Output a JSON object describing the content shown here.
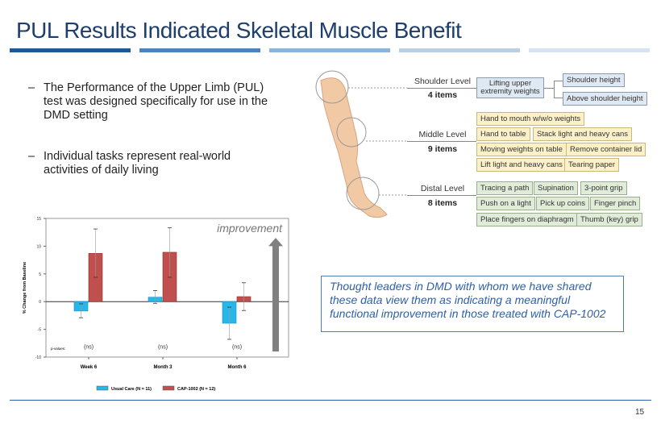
{
  "title": "PUL Results Indicated Skeletal Muscle Benefit",
  "title_bar_colors": [
    "#1f5a96",
    "#4f81bd",
    "#8db3d9",
    "#b8cfe6",
    "#d6e3f0"
  ],
  "bullets": [
    {
      "dash": "–",
      "text": "The Performance of the Upper Limb (PUL) test was designed specifically for use in the DMD setting"
    },
    {
      "dash": "–",
      "text": "Individual tasks represent real-world activities of daily living"
    }
  ],
  "diagram": {
    "shoulder": {
      "label": "Shoulder Level",
      "count": "4 items",
      "root": "Lifting upper extremity weights",
      "items": [
        "Shoulder height",
        "Above shoulder height"
      ]
    },
    "middle": {
      "label": "Middle Level",
      "count": "9 items",
      "items": [
        "Hand to mouth w/w/o weights",
        "Hand to table",
        "Stack light and heavy cans",
        "Moving weights on table",
        "Remove container lid",
        "Lift light and heavy cans",
        "Tearing paper"
      ]
    },
    "distal": {
      "label": "Distal Level",
      "count": "8 items",
      "items": [
        "Tracing a path",
        "Supination",
        "3-point grip",
        "Push on a light",
        "Pick up coins",
        "Finger pinch",
        "Place fingers on diaphragm",
        "Thumb (key) grip"
      ]
    }
  },
  "quote": "Thought leaders in DMD with whom we have shared these data view them as indicating  a meaningful functional  improvement  in those treated with CAP-1002",
  "page_number": "15",
  "chart_data": {
    "type": "bar",
    "ylabel": "% Change from Baseline",
    "xlabel": "",
    "ylim": [
      -10,
      15
    ],
    "yticks": [
      -10,
      -5,
      0,
      5,
      10,
      15
    ],
    "categories": [
      "Week 6",
      "Month 3",
      "Month 6"
    ],
    "series": [
      {
        "name": "Usual Care (N = 11)",
        "color": "#29b6e8",
        "values": [
          -1.7,
          0.8,
          -3.9
        ],
        "err_low": [
          -2.9,
          -0.3,
          -6.8
        ],
        "err_high": [
          -0.4,
          2.0,
          -1.0
        ]
      },
      {
        "name": "CAP-1002 (N = 12)",
        "color": "#c0504d",
        "values": [
          8.7,
          8.9,
          0.9
        ],
        "err_low": [
          4.4,
          4.4,
          -1.6
        ],
        "err_high": [
          13.1,
          13.3,
          3.4
        ]
      }
    ],
    "pvalue_label": "p-values:",
    "pvalues": [
      "(ns)",
      "(ns)",
      "(ns)"
    ],
    "annotation": "improvement",
    "legend": "bottom"
  }
}
